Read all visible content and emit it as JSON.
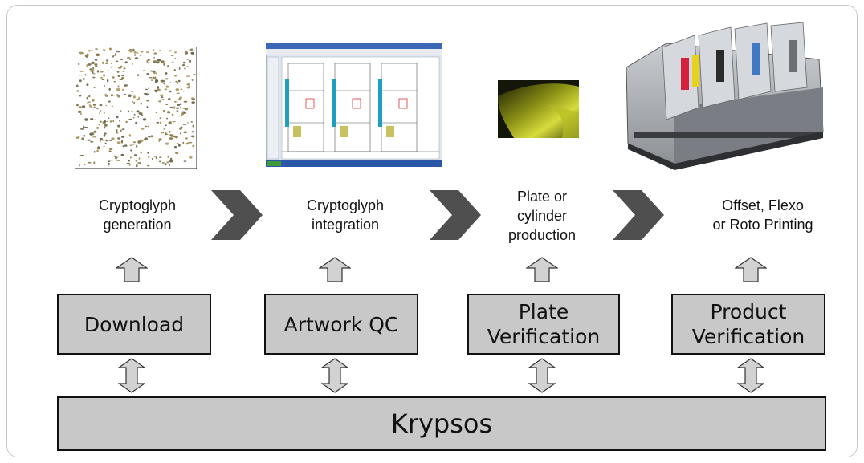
{
  "steps": [
    {
      "caption": "Cryptoglyph\ngeneration",
      "image": "cryptoglyph-pattern",
      "module": "Download"
    },
    {
      "caption": "Cryptoglyph\nintegration",
      "image": "artwork-screenshot",
      "module": "Artwork QC"
    },
    {
      "caption": "Plate or\ncylinder\nproduction",
      "image": "printing-cylinder",
      "module": "Plate\nVerification"
    },
    {
      "caption": "Offset, Flexo\nor Roto Printing",
      "image": "printing-press",
      "module": "Product\nVerification"
    }
  ],
  "platform": "Krypsos",
  "colors": {
    "box_fill": "#c8c8c8",
    "chevron": "#4f4f4f",
    "arrow_fill": "#d2d2d2"
  }
}
